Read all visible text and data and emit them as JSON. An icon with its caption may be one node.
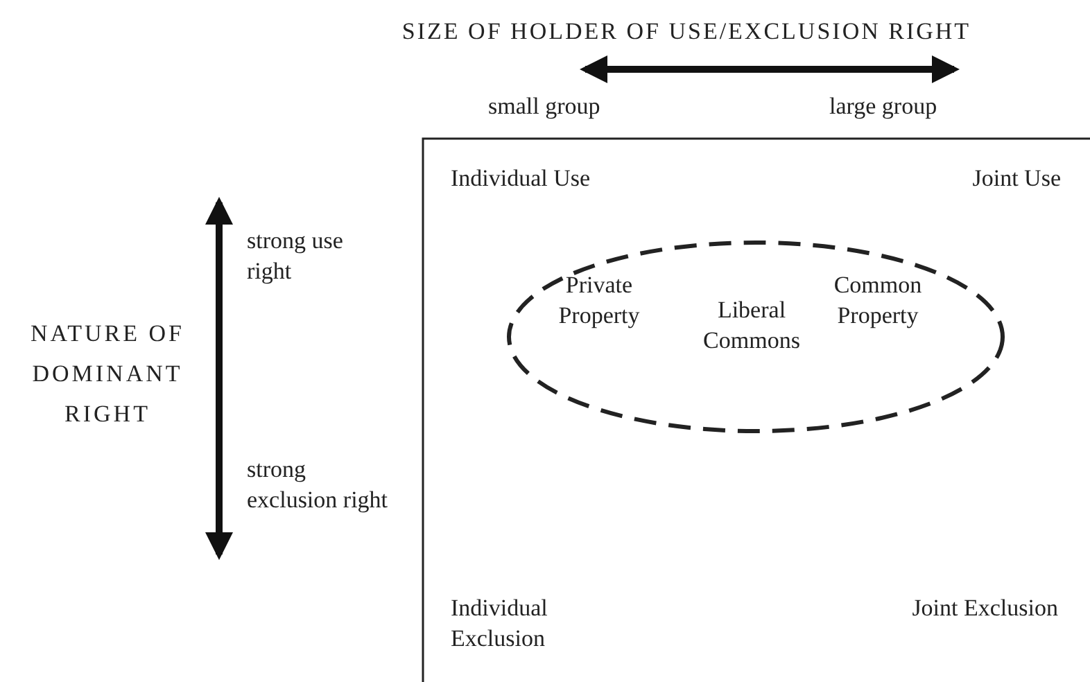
{
  "diagram": {
    "nodes": [
      {
        "text": [
          "Private Property",
          "Liberal Commons",
          "Common Property"
        ]
      }
    ],
    "edges": [],
    "labels": [
      "SIZE OF HOLDER OF USE/EXCLUSION RIGHT",
      "small group",
      "large group",
      "Individual Use",
      "Joint Use",
      "strong use right",
      "NATURE OF DOMINANT RIGHT",
      "strong exclusion right",
      "Individual Exclusion",
      "Joint Exclusion"
    ]
  }
}
